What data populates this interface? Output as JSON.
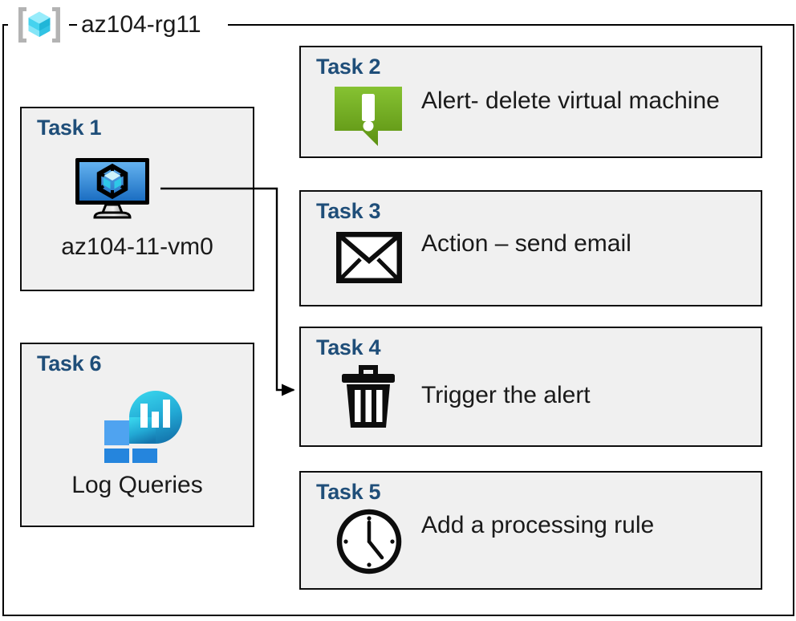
{
  "diagram": {
    "type": "azure-resource-group-diagram",
    "resource_group": {
      "name": "az104-rg11",
      "icon": "azure-resource-group-icon"
    },
    "colors": {
      "task_title": "#1F4E79",
      "card_background": "#F0F0F0",
      "card_border": "#0D0D0D",
      "frame_border": "#000000",
      "label_text": "#1A1A1A",
      "alert_green_light": "#7FBA29",
      "alert_green_dark": "#5C9A1B",
      "vm_blue_light": "#53A7EA",
      "vm_blue_dark": "#1B6EC2",
      "cube_cyan": "#7FE3F5",
      "log_square_light": "#4FA3F0",
      "log_square_dark": "#2585DD",
      "log_circle_top": "#2ECDE6",
      "log_circle_bottom": "#1A7FB8",
      "connector": "#000000"
    },
    "tasks": [
      {
        "id": "task1",
        "title": "Task 1",
        "label": "az104-11-vm0",
        "icon": "virtual-machine-icon",
        "column": "left"
      },
      {
        "id": "task2",
        "title": "Task 2",
        "label": "Alert- delete virtual machine",
        "icon": "alert-bubble-icon",
        "column": "right"
      },
      {
        "id": "task3",
        "title": "Task 3",
        "label": "Action – send email",
        "icon": "envelope-icon",
        "column": "right"
      },
      {
        "id": "task4",
        "title": "Task 4",
        "label": "Trigger the alert",
        "icon": "trash-can-icon",
        "column": "right"
      },
      {
        "id": "task5",
        "title": "Task 5",
        "label": "Add a processing rule",
        "icon": "clock-icon",
        "column": "right"
      },
      {
        "id": "task6",
        "title": "Task 6",
        "label": "Log Queries",
        "icon": "log-analytics-icon",
        "column": "left"
      }
    ],
    "connectors": [
      {
        "from": "task1-vm-icon",
        "to": "task4-card",
        "arrow": "arrowhead-right",
        "style": "orthogonal-elbow"
      }
    ]
  }
}
